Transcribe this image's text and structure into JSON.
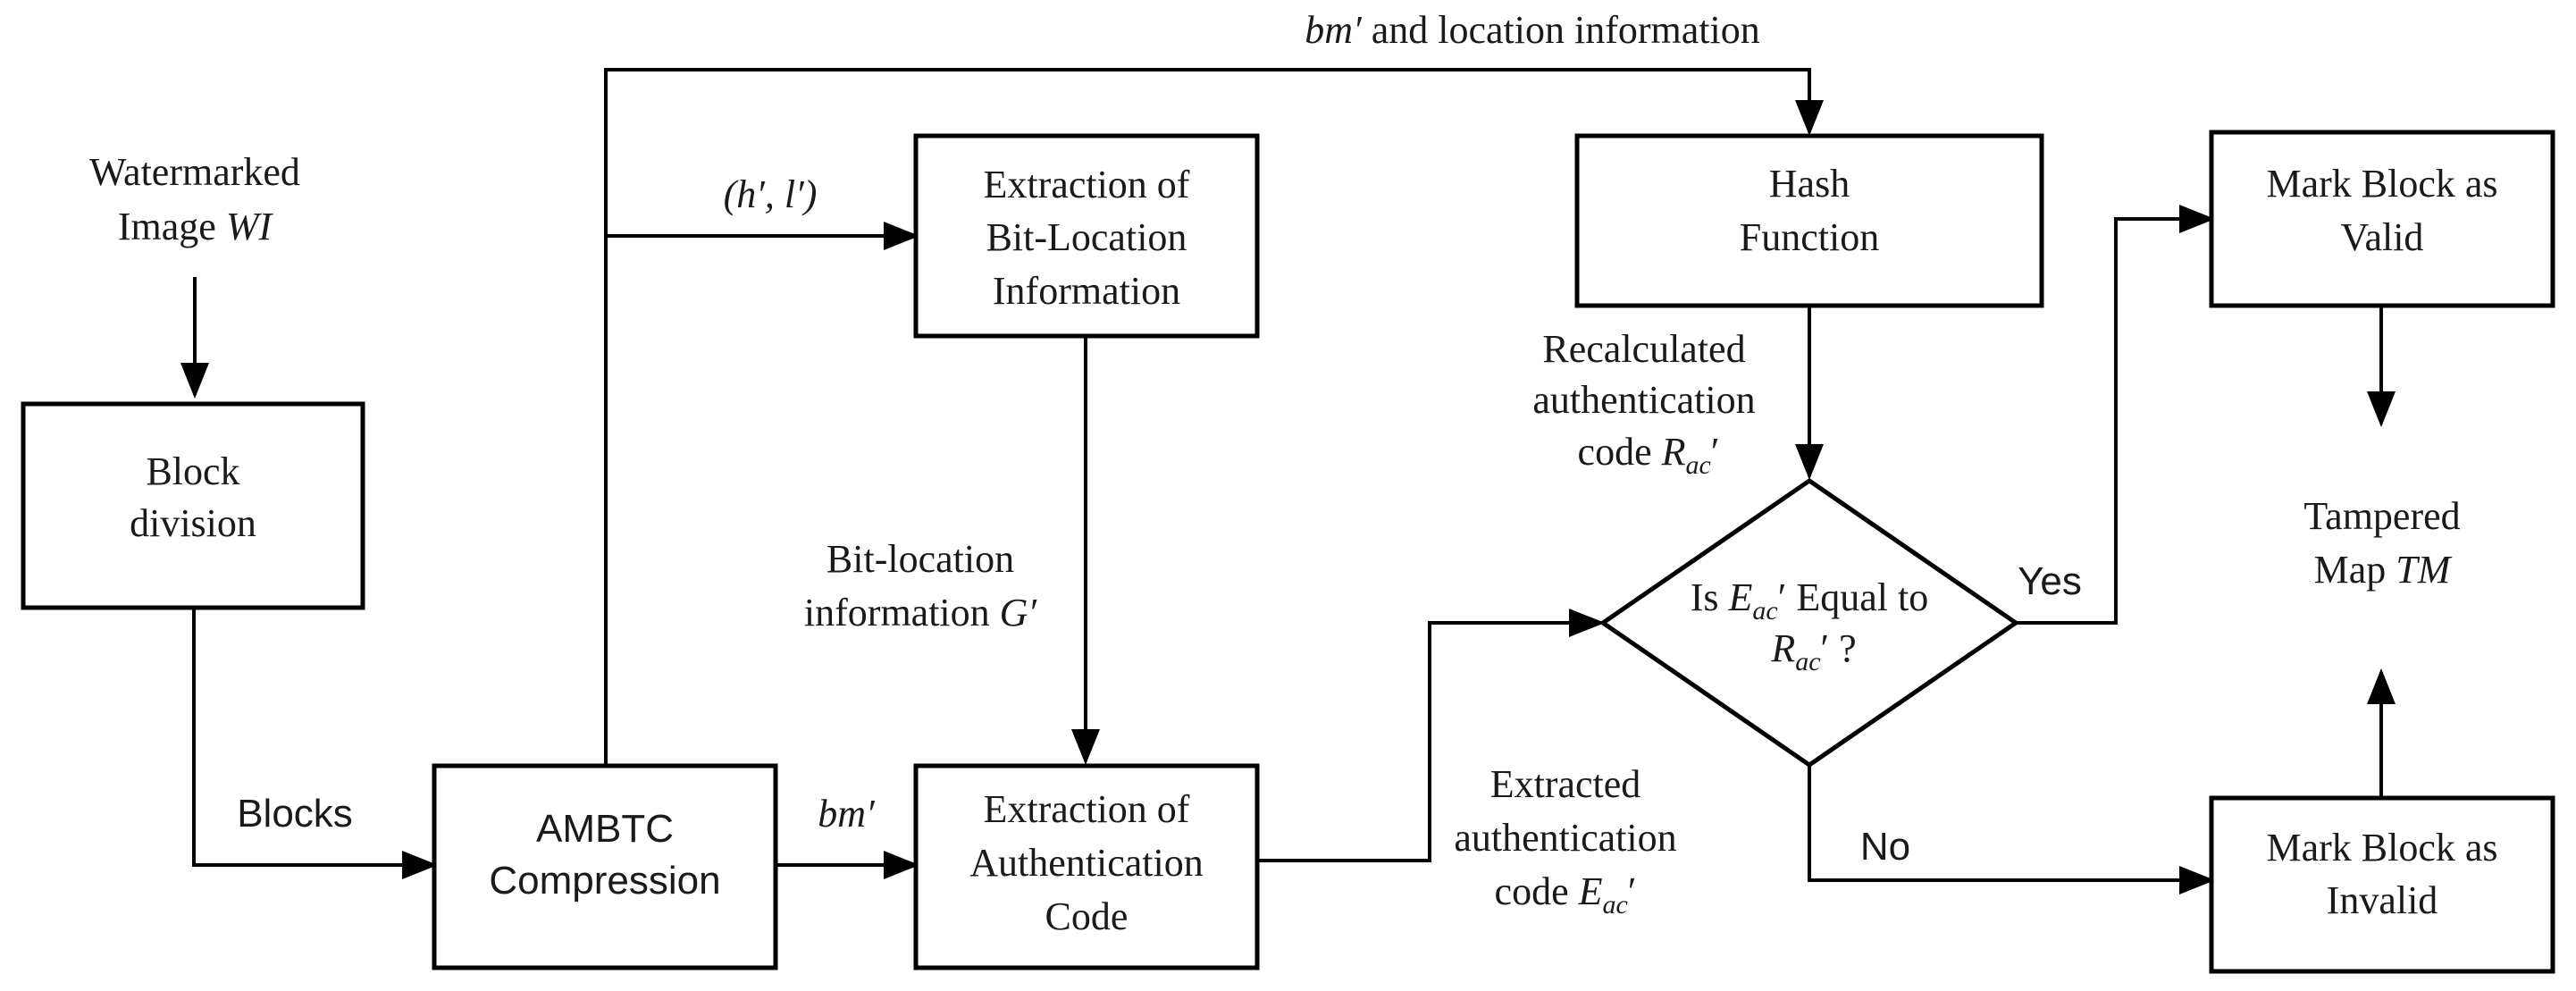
{
  "diagram": {
    "nodes": {
      "input": {
        "line1": "Watermarked",
        "line2_prefix": "Image ",
        "line2_var": "WI"
      },
      "block_division": {
        "line1": "Block",
        "line2": "division"
      },
      "ambtc": {
        "line1": "AMBTC",
        "line2": "Compression"
      },
      "extract_bitloc": {
        "line1": "Extraction of",
        "line2": "Bit-Location",
        "line3": "Information"
      },
      "extract_auth": {
        "line1": "Extraction of",
        "line2": "Authentication",
        "line3": "Code"
      },
      "hash": {
        "line1": "Hash",
        "line2": "Function"
      },
      "decision": {
        "line1_prefix": "Is ",
        "e_var": "E",
        "e_sub": "ac",
        "line1_mid": "′ Equal to",
        "r_var": "R",
        "r_sub": "ac",
        "line2_suffix": "′ ?"
      },
      "valid": {
        "line1": "Mark Block as",
        "line2": "Valid"
      },
      "invalid": {
        "line1": "Mark Block as",
        "line2": "Invalid"
      },
      "output": {
        "line1": "Tampered",
        "line2_prefix": "Map ",
        "line2_var": "TM"
      }
    },
    "labels": {
      "blocks": "Blocks",
      "hl": "(h′, l′)",
      "bm_top_var": "bm′",
      "bm_top_text": " and location information",
      "bm_mid": "bm′",
      "bitloc_line1": "Bit-location",
      "bitloc_line2_prefix": "information ",
      "bitloc_line2_var": "G′",
      "recalc_line1": "Recalculated",
      "recalc_line2": "authentication",
      "recalc_line3_prefix": "code ",
      "recalc_var": "R",
      "recalc_sub": "ac",
      "recalc_suffix": "′",
      "extracted_line1": "Extracted",
      "extracted_line2": "authentication",
      "extracted_line3_prefix": "code ",
      "extracted_var": "E",
      "extracted_sub": "ac",
      "extracted_suffix": "′",
      "yes": "Yes",
      "no": "No"
    }
  }
}
